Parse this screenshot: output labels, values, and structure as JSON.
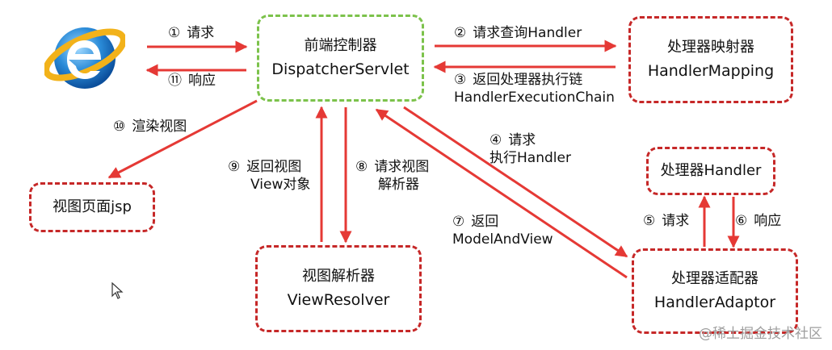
{
  "nodes": {
    "dispatcher": {
      "line1": "前端控制器",
      "line2": "DispatcherServlet"
    },
    "mapping": {
      "line1": "处理器映射器",
      "line2": "HandlerMapping"
    },
    "handler": {
      "line1": "处理器Handler"
    },
    "adaptor": {
      "line1": "处理器适配器",
      "line2": "HandlerAdaptor"
    },
    "resolver": {
      "line1": "视图解析器",
      "line2": "ViewResolver"
    },
    "view": {
      "line1": "视图页面jsp"
    }
  },
  "steps": {
    "s1": {
      "num": "①",
      "text": "请求"
    },
    "s11": {
      "num": "⑪",
      "text": "响应"
    },
    "s2": {
      "num": "②",
      "text": "请求查询Handler"
    },
    "s3": {
      "num": "③",
      "line1": "返回处理器执行链",
      "line2": "HandlerExecutionChain"
    },
    "s4": {
      "num": "④",
      "line1": "请求",
      "line2": "执行Handler"
    },
    "s5": {
      "num": "⑤",
      "text": "请求"
    },
    "s6": {
      "num": "⑥",
      "text": "响应"
    },
    "s7": {
      "num": "⑦",
      "line1": "返回",
      "line2": "ModelAndView"
    },
    "s8": {
      "num": "⑧",
      "line1": "请求视图",
      "line2": "解析器"
    },
    "s9": {
      "num": "⑨",
      "line1": "返回视图",
      "line2": "View对象"
    },
    "s10": {
      "num": "⑩",
      "text": "渲染视图"
    }
  },
  "browser_icon": "internet-explorer-icon",
  "cursor_icon": "mouse-pointer-icon",
  "watermark": "@稀土掘金技术社区",
  "colors": {
    "arrow": "#e53935",
    "box_border": "#c62828",
    "dispatcher_border": "#7cc24b"
  }
}
